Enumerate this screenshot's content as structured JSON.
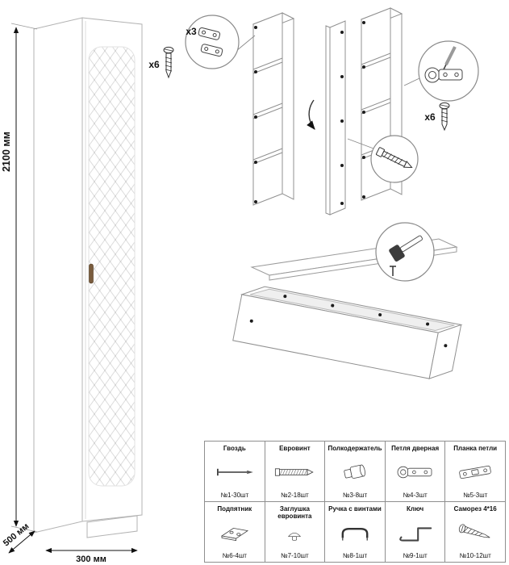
{
  "dimensions": {
    "height_label": "2100 мм",
    "depth_label": "500 мм",
    "width_label": "300 мм"
  },
  "assembly": {
    "hinge_plate_qty": "x3",
    "screw_left_qty": "x6",
    "screw_right_qty": "x6",
    "callout_icons": [
      "screw-icon",
      "hinge-plate-icon",
      "hinge-install-icon",
      "euroscrew-icon",
      "hammer-icon"
    ]
  },
  "colors": {
    "furniture_line": "#a8a8a8",
    "dark_line": "#111111",
    "handle_brown": "#7a5c3e",
    "table_border": "#8f8f8f",
    "pattern_gray": "#dcdcdc"
  },
  "parts_table": {
    "rows": [
      [
        {
          "name": "Гвоздь",
          "qty": "№1-30шт",
          "icon": "nail-icon"
        },
        {
          "name": "Евровинт",
          "qty": "№2-18шт",
          "icon": "euroscrew-icon"
        },
        {
          "name": "Полкодержатель",
          "qty": "№3-8шт",
          "icon": "shelf-support-icon"
        },
        {
          "name": "Петля дверная",
          "qty": "№4-3шт",
          "icon": "door-hinge-icon"
        },
        {
          "name": "Планка петли",
          "qty": "№5-3шт",
          "icon": "hinge-plate-icon"
        }
      ],
      [
        {
          "name": "Подпятник",
          "qty": "№6-4шт",
          "icon": "foot-icon"
        },
        {
          "name": "Заглушка евровинта",
          "qty": "№7-10шт",
          "icon": "cap-icon"
        },
        {
          "name": "Ручка с винтами",
          "qty": "№8-1шт",
          "icon": "handle-icon"
        },
        {
          "name": "Ключ",
          "qty": "№9-1шт",
          "icon": "key-icon"
        },
        {
          "name": "Саморез 4*16",
          "qty": "№10-12шт",
          "icon": "screw-icon"
        }
      ]
    ]
  }
}
